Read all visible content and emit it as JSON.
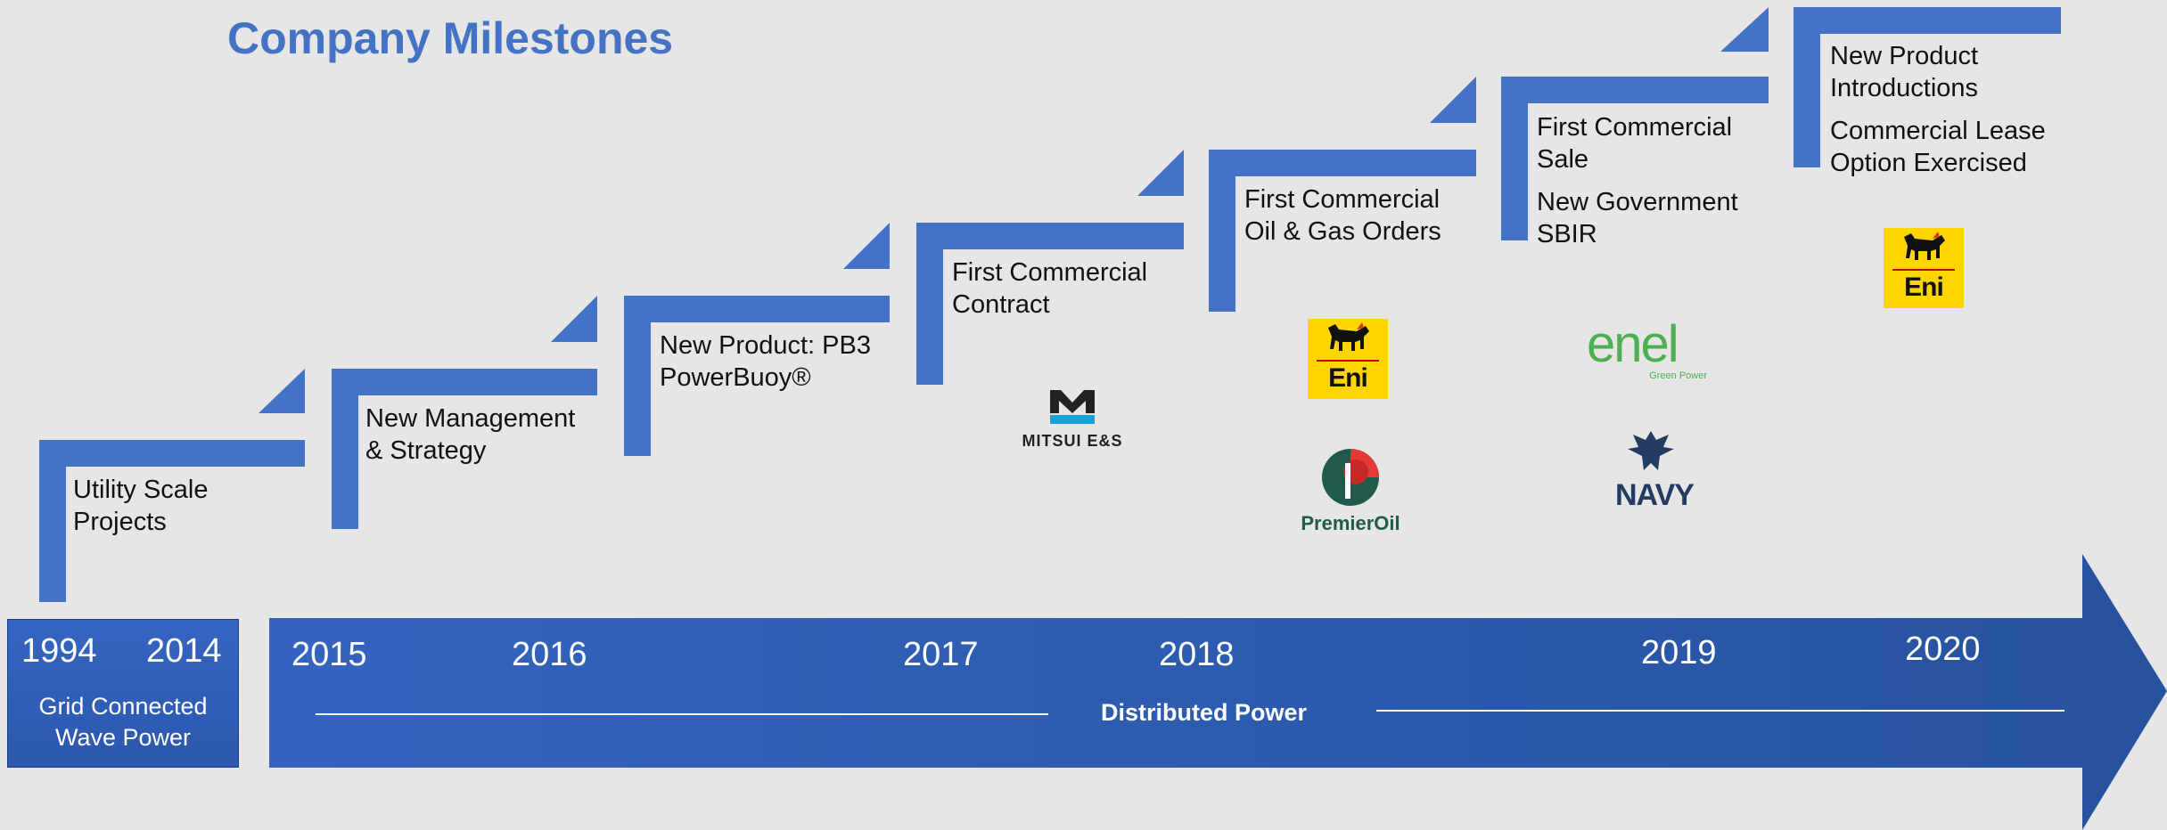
{
  "title": "Company Milestones",
  "steps": [
    {
      "lines": [
        "Utility Scale",
        "Projects"
      ]
    },
    {
      "lines": [
        "New Management",
        "& Strategy"
      ]
    },
    {
      "lines": [
        "New Product:  PB3",
        "PowerBuoy®"
      ]
    },
    {
      "lines": [
        "First Commercial",
        "Contract"
      ]
    },
    {
      "lines": [
        "First Commercial",
        "Oil & Gas Orders"
      ]
    },
    {
      "lines": [
        "First Commercial",
        "Sale",
        "New Government",
        "SBIR"
      ]
    },
    {
      "lines": [
        "New Product",
        "Introductions",
        "Commercial Lease",
        "Option Exercised"
      ]
    }
  ],
  "timeline": {
    "left_years": [
      "1994",
      "2014"
    ],
    "left_caption": [
      "Grid Connected",
      "Wave Power"
    ],
    "years": [
      "2015",
      "2016",
      "2017",
      "2018",
      "2019",
      "2020"
    ],
    "band_label": "Distributed Power"
  },
  "logos": {
    "eni": "Eni",
    "mitsui": "MITSUI E&S",
    "premier": "PremierOil",
    "enel": "enel",
    "enel_sub": "Green Power",
    "navy": "NAVY"
  },
  "colors": {
    "accent": "#4472c4",
    "arrow": "#2f5eb6",
    "background": "#e6e6e6"
  }
}
